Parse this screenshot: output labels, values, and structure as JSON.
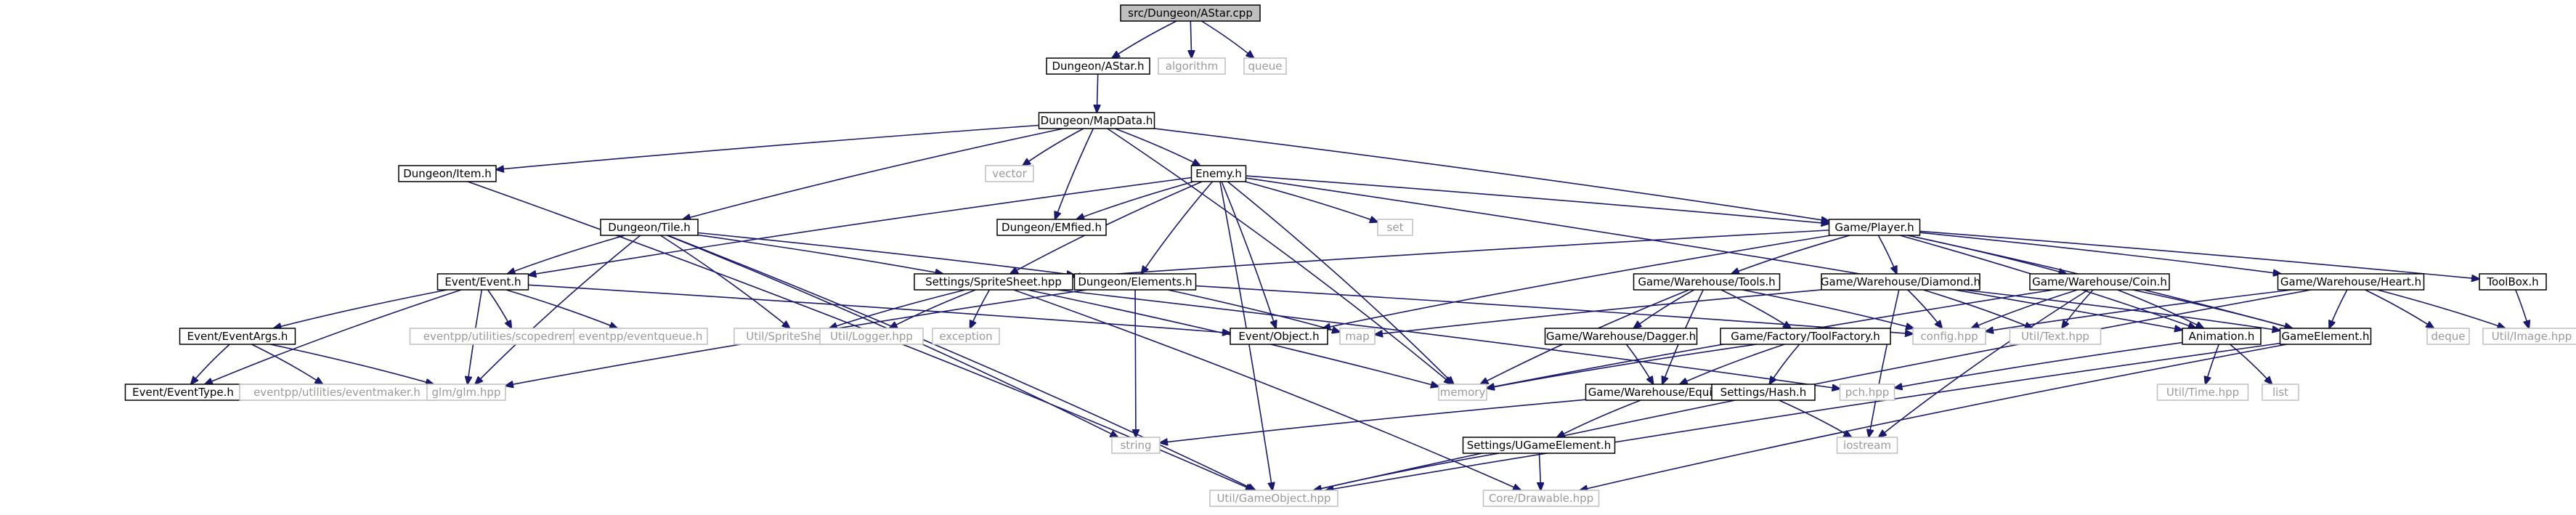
{
  "graph": {
    "nodes": [
      {
        "id": "astar_cpp",
        "label": "src/Dungeon/AStar.cpp",
        "kind": "root"
      },
      {
        "id": "astar_h",
        "label": "Dungeon/AStar.h",
        "kind": "local"
      },
      {
        "id": "algorithm",
        "label": "algorithm",
        "kind": "external"
      },
      {
        "id": "queue",
        "label": "queue",
        "kind": "external"
      },
      {
        "id": "mapdata_h",
        "label": "Dungeon/MapData.h",
        "kind": "local"
      },
      {
        "id": "item_h",
        "label": "Dungeon/Item.h",
        "kind": "local"
      },
      {
        "id": "vector",
        "label": "vector",
        "kind": "external"
      },
      {
        "id": "enemy_h",
        "label": "Enemy.h",
        "kind": "local"
      },
      {
        "id": "tile_h",
        "label": "Dungeon/Tile.h",
        "kind": "local"
      },
      {
        "id": "emfied_h",
        "label": "Dungeon/EMfied.h",
        "kind": "local"
      },
      {
        "id": "set",
        "label": "set",
        "kind": "external"
      },
      {
        "id": "player_h",
        "label": "Game/Player.h",
        "kind": "local"
      },
      {
        "id": "event_h",
        "label": "Event/Event.h",
        "kind": "local"
      },
      {
        "id": "spritesheet_hpp",
        "label": "Settings/SpriteSheet.hpp",
        "kind": "local"
      },
      {
        "id": "elements_h",
        "label": "Dungeon/Elements.h",
        "kind": "local"
      },
      {
        "id": "tools_h",
        "label": "Game/Warehouse/Tools.h",
        "kind": "local"
      },
      {
        "id": "diamond_h",
        "label": "Game/Warehouse/Diamond.h",
        "kind": "local"
      },
      {
        "id": "coin_h",
        "label": "Game/Warehouse/Coin.h",
        "kind": "local"
      },
      {
        "id": "heart_h",
        "label": "Game/Warehouse/Heart.h",
        "kind": "local"
      },
      {
        "id": "toolbox_h",
        "label": "ToolBox.h",
        "kind": "local"
      },
      {
        "id": "eventargs_h",
        "label": "Event/EventArgs.h",
        "kind": "local"
      },
      {
        "id": "scopedremover_h",
        "label": "eventpp/utilities/scopedremover.h",
        "kind": "external"
      },
      {
        "id": "eventqueue_h",
        "label": "eventpp/eventqueue.h",
        "kind": "external"
      },
      {
        "id": "util_spritesheet_hpp",
        "label": "Util/SpriteSheet.hpp",
        "kind": "external"
      },
      {
        "id": "util_logger_hpp",
        "label": "Util/Logger.hpp",
        "kind": "external"
      },
      {
        "id": "exception",
        "label": "exception",
        "kind": "external"
      },
      {
        "id": "eventobject_h",
        "label": "Event/Object.h",
        "kind": "local"
      },
      {
        "id": "map",
        "label": "map",
        "kind": "external"
      },
      {
        "id": "config_hpp",
        "label": "config.hpp",
        "kind": "external"
      },
      {
        "id": "util_text_hpp",
        "label": "Util/Text.hpp",
        "kind": "external"
      },
      {
        "id": "animation_h",
        "label": "Animation.h",
        "kind": "local"
      },
      {
        "id": "gameelement_h",
        "label": "GameElement.h",
        "kind": "local"
      },
      {
        "id": "deque",
        "label": "deque",
        "kind": "external"
      },
      {
        "id": "util_image_hpp",
        "label": "Util/Image.hpp",
        "kind": "external"
      },
      {
        "id": "dagger_h",
        "label": "Game/Warehouse/Dagger.h",
        "kind": "local"
      },
      {
        "id": "tooltactory_h",
        "label": "Game/Factory/ToolFactory.h",
        "kind": "local"
      },
      {
        "id": "eventtype_h",
        "label": "Event/EventType.h",
        "kind": "local"
      },
      {
        "id": "eventmaker_h",
        "label": "eventpp/utilities/eventmaker.h",
        "kind": "external"
      },
      {
        "id": "glm_hpp",
        "label": "glm/glm.hpp",
        "kind": "external"
      },
      {
        "id": "memory",
        "label": "memory",
        "kind": "external"
      },
      {
        "id": "equip_h",
        "label": "Game/Warehouse/Equip.h",
        "kind": "local"
      },
      {
        "id": "hash_h",
        "label": "Settings/Hash.h",
        "kind": "local"
      },
      {
        "id": "pch_hpp",
        "label": "pch.hpp",
        "kind": "external"
      },
      {
        "id": "util_time_hpp",
        "label": "Util/Time.hpp",
        "kind": "external"
      },
      {
        "id": "list",
        "label": "list",
        "kind": "external"
      },
      {
        "id": "string",
        "label": "string",
        "kind": "external"
      },
      {
        "id": "iostream",
        "label": "iostream",
        "kind": "external"
      },
      {
        "id": "ugameelement_h",
        "label": "Settings/UGameElement.h",
        "kind": "local"
      },
      {
        "id": "gameobject_hpp",
        "label": "Util/GameObject.hpp",
        "kind": "external"
      },
      {
        "id": "drawable_hpp",
        "label": "Core/Drawable.hpp",
        "kind": "external"
      }
    ],
    "edges": [
      [
        "astar_cpp",
        "astar_h"
      ],
      [
        "astar_cpp",
        "algorithm"
      ],
      [
        "astar_cpp",
        "queue"
      ],
      [
        "astar_h",
        "mapdata_h"
      ],
      [
        "mapdata_h",
        "item_h"
      ],
      [
        "mapdata_h",
        "vector"
      ],
      [
        "mapdata_h",
        "enemy_h"
      ],
      [
        "mapdata_h",
        "tile_h"
      ],
      [
        "mapdata_h",
        "emfied_h"
      ],
      [
        "mapdata_h",
        "player_h"
      ],
      [
        "mapdata_h",
        "memory"
      ],
      [
        "item_h",
        "gameobject_hpp"
      ],
      [
        "enemy_h",
        "emfied_h"
      ],
      [
        "enemy_h",
        "set"
      ],
      [
        "enemy_h",
        "player_h"
      ],
      [
        "enemy_h",
        "event_h"
      ],
      [
        "enemy_h",
        "spritesheet_hpp"
      ],
      [
        "enemy_h",
        "elements_h"
      ],
      [
        "enemy_h",
        "eventobject_h"
      ],
      [
        "enemy_h",
        "memory"
      ],
      [
        "enemy_h",
        "gameobject_hpp"
      ],
      [
        "enemy_h",
        "animation_h"
      ],
      [
        "tile_h",
        "event_h"
      ],
      [
        "tile_h",
        "spritesheet_hpp"
      ],
      [
        "tile_h",
        "elements_h"
      ],
      [
        "tile_h",
        "util_spritesheet_hpp"
      ],
      [
        "tile_h",
        "glm_hpp"
      ],
      [
        "tile_h",
        "string"
      ],
      [
        "tile_h",
        "gameobject_hpp"
      ],
      [
        "player_h",
        "spritesheet_hpp"
      ],
      [
        "player_h",
        "tools_h"
      ],
      [
        "player_h",
        "diamond_h"
      ],
      [
        "player_h",
        "coin_h"
      ],
      [
        "player_h",
        "heart_h"
      ],
      [
        "player_h",
        "toolbox_h"
      ],
      [
        "player_h",
        "animation_h"
      ],
      [
        "player_h",
        "gameelement_h"
      ],
      [
        "player_h",
        "eventobject_h"
      ],
      [
        "event_h",
        "eventargs_h"
      ],
      [
        "event_h",
        "scopedremover_h"
      ],
      [
        "event_h",
        "eventqueue_h"
      ],
      [
        "event_h",
        "eventobject_h"
      ],
      [
        "event_h",
        "eventtype_h"
      ],
      [
        "event_h",
        "glm_hpp"
      ],
      [
        "spritesheet_hpp",
        "util_spritesheet_hpp"
      ],
      [
        "spritesheet_hpp",
        "util_logger_hpp"
      ],
      [
        "spritesheet_hpp",
        "exception"
      ],
      [
        "spritesheet_hpp",
        "memory"
      ],
      [
        "spritesheet_hpp",
        "pch_hpp"
      ],
      [
        "spritesheet_hpp",
        "drawable_hpp"
      ],
      [
        "elements_h",
        "map"
      ],
      [
        "elements_h",
        "config_hpp"
      ],
      [
        "elements_h",
        "string"
      ],
      [
        "elements_h",
        "glm_hpp"
      ],
      [
        "tools_h",
        "dagger_h"
      ],
      [
        "tools_h",
        "tooltactory_h"
      ],
      [
        "tools_h",
        "equip_h"
      ],
      [
        "tools_h",
        "memory"
      ],
      [
        "tools_h",
        "config_hpp"
      ],
      [
        "diamond_h",
        "config_hpp"
      ],
      [
        "diamond_h",
        "util_text_hpp"
      ],
      [
        "diamond_h",
        "gameelement_h"
      ],
      [
        "diamond_h",
        "iostream"
      ],
      [
        "diamond_h",
        "map"
      ],
      [
        "coin_h",
        "config_hpp"
      ],
      [
        "coin_h",
        "util_text_hpp"
      ],
      [
        "coin_h",
        "animation_h"
      ],
      [
        "coin_h",
        "gameelement_h"
      ],
      [
        "coin_h",
        "iostream"
      ],
      [
        "coin_h",
        "memory"
      ],
      [
        "heart_h",
        "gameelement_h"
      ],
      [
        "heart_h",
        "deque"
      ],
      [
        "heart_h",
        "util_image_hpp"
      ],
      [
        "heart_h",
        "config_hpp"
      ],
      [
        "heart_h",
        "gameobject_hpp"
      ],
      [
        "toolbox_h",
        "util_image_hpp"
      ],
      [
        "eventargs_h",
        "eventtype_h"
      ],
      [
        "eventargs_h",
        "eventmaker_h"
      ],
      [
        "eventargs_h",
        "glm_hpp"
      ],
      [
        "dagger_h",
        "equip_h"
      ],
      [
        "tooltactory_h",
        "hash_h"
      ],
      [
        "tooltactory_h",
        "equip_h"
      ],
      [
        "tooltactory_h",
        "memory"
      ],
      [
        "equip_h",
        "string"
      ],
      [
        "equip_h",
        "ugameelement_h"
      ],
      [
        "hash_h",
        "iostream"
      ],
      [
        "animation_h",
        "util_time_hpp"
      ],
      [
        "animation_h",
        "list"
      ],
      [
        "animation_h",
        "pch_hpp"
      ],
      [
        "gameelement_h",
        "gameobject_hpp"
      ],
      [
        "gameelement_h",
        "drawable_hpp"
      ],
      [
        "ugameelement_h",
        "gameobject_hpp"
      ],
      [
        "ugameelement_h",
        "drawable_hpp"
      ]
    ]
  }
}
